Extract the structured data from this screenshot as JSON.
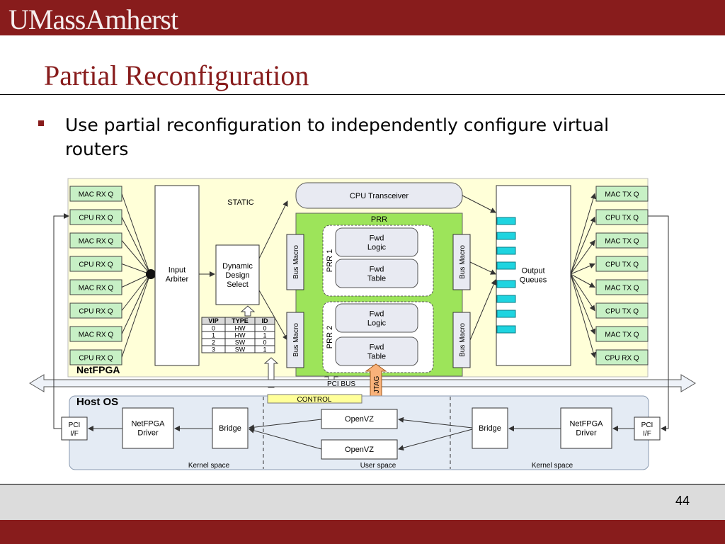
{
  "header": {
    "logo_text": "UMassAmherst",
    "title": "Partial Reconfiguration"
  },
  "bullets": [
    "Use partial reconfiguration to independently configure virtual routers"
  ],
  "footer": {
    "page_number": "44"
  },
  "colors": {
    "brand": "#881c1c",
    "netfpga_bg": "#ffffd8",
    "prr_green": "#9de45a",
    "host_bg": "#e4ebf4",
    "queue_cyan": "#1ed4e0",
    "jtag_orange": "#f9b27a",
    "control_yellow": "#ffff99"
  },
  "diagram": {
    "netfpga_label": "NetFPGA",
    "static_label": "STATIC",
    "left_queues": [
      "MAC RX Q",
      "CPU RX Q",
      "MAC RX Q",
      "CPU RX Q",
      "MAC RX Q",
      "CPU RX Q",
      "MAC RX Q",
      "CPU RX Q"
    ],
    "right_queues": [
      "MAC TX Q",
      "CPU TX Q",
      "MAC TX Q",
      "CPU TX Q",
      "MAC TX Q",
      "CPU TX Q",
      "MAC TX Q",
      "CPU RX Q"
    ],
    "input_arbiter": [
      "Input",
      "Arbiter"
    ],
    "dynamic_design_select": [
      "Dynamic",
      "Design",
      "Select"
    ],
    "cpu_transceiver": "CPU Transceiver",
    "prr_label": "PRR",
    "prr1_label": "PRR 1",
    "prr2_label": "PRR 2",
    "fwd_logic": [
      "Fwd",
      "Logic"
    ],
    "fwd_table": [
      "Fwd",
      "Table"
    ],
    "bus_macro": "Bus Macro",
    "output_queues": [
      "Output",
      "Queues"
    ],
    "vip_table": {
      "headers": [
        "VIP",
        "TYPE",
        "ID"
      ],
      "rows": [
        [
          "0",
          "HW",
          "0"
        ],
        [
          "1",
          "HW",
          "1"
        ],
        [
          "2",
          "SW",
          "0"
        ],
        [
          "3",
          "SW",
          "1"
        ]
      ]
    },
    "pci_bus": "PCI BUS",
    "jtag": "JTAG",
    "control": "CONTROL",
    "host_os": "Host OS",
    "pci_if": [
      "PCI",
      "I/F"
    ],
    "netfpga_driver": [
      "NetFPGA",
      "Driver"
    ],
    "bridge": "Bridge",
    "openvz": "OpenVZ",
    "kernel_space": "Kernel space",
    "user_space": "User space"
  }
}
